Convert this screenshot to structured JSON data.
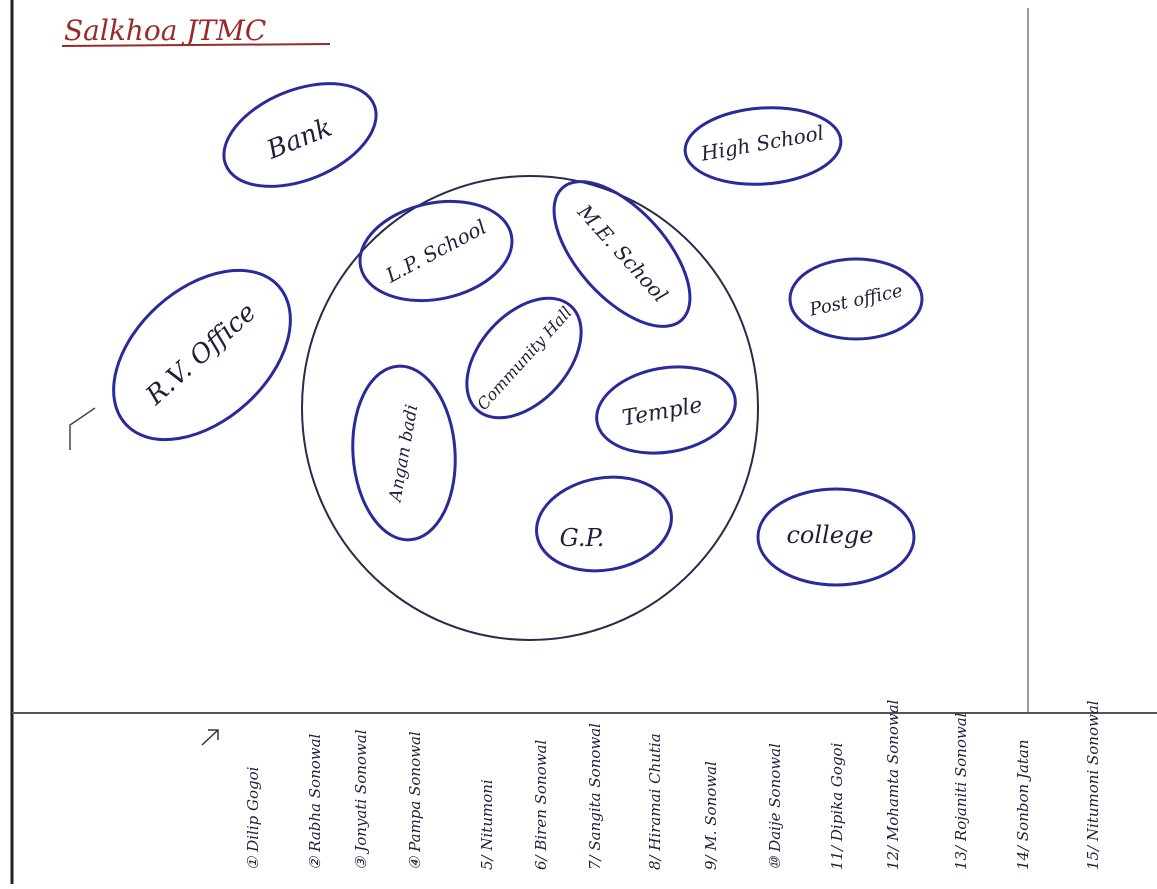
{
  "title": "Salkhoa JTMC",
  "colors": {
    "ink_blue": "#2a2a9a",
    "ink_dark": "#1f1f3a",
    "title_red": "#9a2a2a",
    "frame": "#555555"
  },
  "nodes": {
    "bank": "Bank",
    "high_school": "High School",
    "lp_school": "L.P. School",
    "me_school": "M.E. School",
    "post_office": "Post office",
    "rv_office": "R.V. Office",
    "community_hall": "Community Hall",
    "temple": "Temple",
    "anganwadi": "Angan badi",
    "gp": "G.P.",
    "college": "college"
  },
  "names": [
    "① Dilip Gogoi",
    "② Rabha Sonowal",
    "③ Jonyati Sonowal",
    "④ Pampa Sonowal",
    "5/ Nitumoni",
    "6/ Biren Sonowal",
    "7/ Sangita Sonowal",
    "8/ Hiramai Chutia",
    "9/ M. Sonowal",
    "⑩ Daije Sonowal",
    "11/ Dipika Gogoi",
    "12/ Mohamta Sonowal",
    "13/ Rojaniti Sonowal",
    "14/ Sonbon Jatan",
    "15/ Nitumoni Sonowal"
  ]
}
